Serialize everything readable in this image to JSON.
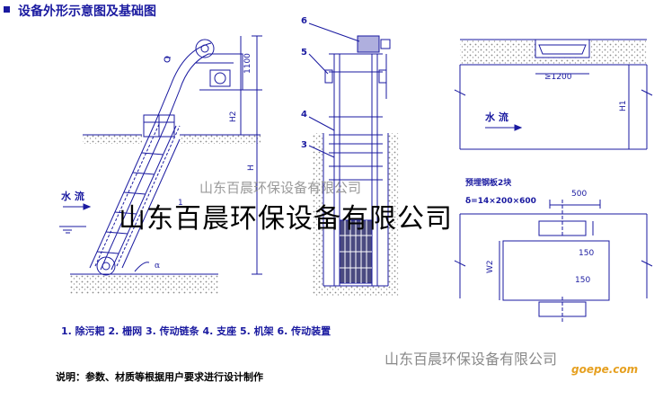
{
  "header": {
    "title": "设备外形示意图及基础图"
  },
  "side_view": {
    "flow_label": "水 流",
    "dim_h_top": "1100",
    "dim_h2": "H2",
    "dim_h": "H",
    "dim_1": "1",
    "angle": "α"
  },
  "front_view": {
    "callouts": [
      "6",
      "5",
      "4",
      "3"
    ]
  },
  "plan_top": {
    "flow_label": "水 流",
    "dim_width": "≥1200",
    "dim_h1": "H1"
  },
  "plan_bottom": {
    "plate_line1": "预埋钢板2块",
    "plate_line2": "δ=14×200×600",
    "dim_500": "500",
    "dim_150a": "150",
    "dim_150b": "150",
    "dim_w2": "W2"
  },
  "legend": "1. 除污耙  2. 栅网  3. 传动链条  4. 支座  5. 机架   6. 传动装置",
  "note": "说明：参数、材质等根据用户要求进行设计制作",
  "watermarks": {
    "small": "山东百晨环保设备有限公司",
    "big": "山东百晨环保设备有限公司",
    "bottom": "山东百晨环保设备有限公司",
    "site": "goepe.com"
  },
  "colors": {
    "title": "#1a1aa0",
    "line": "#1a1aa0",
    "hatch": "#9a9a9a"
  }
}
